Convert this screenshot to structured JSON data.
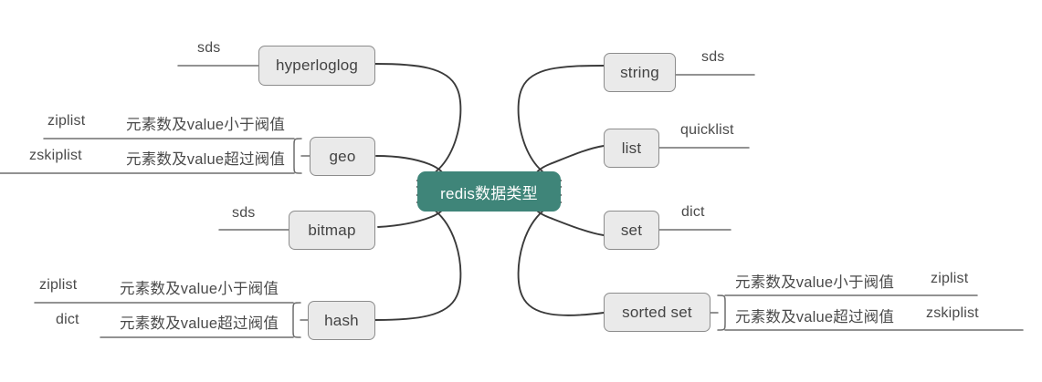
{
  "diagram": {
    "title": "redis数据类型",
    "type": "mindmap",
    "background_color": "#ffffff",
    "central_node_color": "#3f8579",
    "node_fill_color": "#eaeaea",
    "node_border_color": "#8c8c8c",
    "edge_color": "#3a3a3a"
  },
  "central": {
    "label": "redis数据类型"
  },
  "left_branches": [
    {
      "id": "hyperloglog",
      "label": "hyperloglog",
      "children": [
        {
          "label": "sds"
        }
      ]
    },
    {
      "id": "geo",
      "label": "geo",
      "children": [
        {
          "label": "元素数及value小于阀值",
          "structure": "ziplist"
        },
        {
          "label": "元素数及value超过阀值",
          "structure": "zskiplist"
        }
      ]
    },
    {
      "id": "bitmap",
      "label": "bitmap",
      "children": [
        {
          "label": "sds"
        }
      ]
    },
    {
      "id": "hash",
      "label": "hash",
      "children": [
        {
          "label": "元素数及value小于阀值",
          "structure": "ziplist"
        },
        {
          "label": "元素数及value超过阀值",
          "structure": "dict"
        }
      ]
    }
  ],
  "right_branches": [
    {
      "id": "string",
      "label": "string",
      "children": [
        {
          "label": "sds"
        }
      ]
    },
    {
      "id": "list",
      "label": "list",
      "children": [
        {
          "label": "quicklist"
        }
      ]
    },
    {
      "id": "set",
      "label": "set",
      "children": [
        {
          "label": "dict"
        }
      ]
    },
    {
      "id": "sorted-set",
      "label": "sorted set",
      "children": [
        {
          "label": "元素数及value小于阀值",
          "structure": "ziplist"
        },
        {
          "label": "元素数及value超过阀值",
          "structure": "zskiplist"
        }
      ]
    }
  ]
}
